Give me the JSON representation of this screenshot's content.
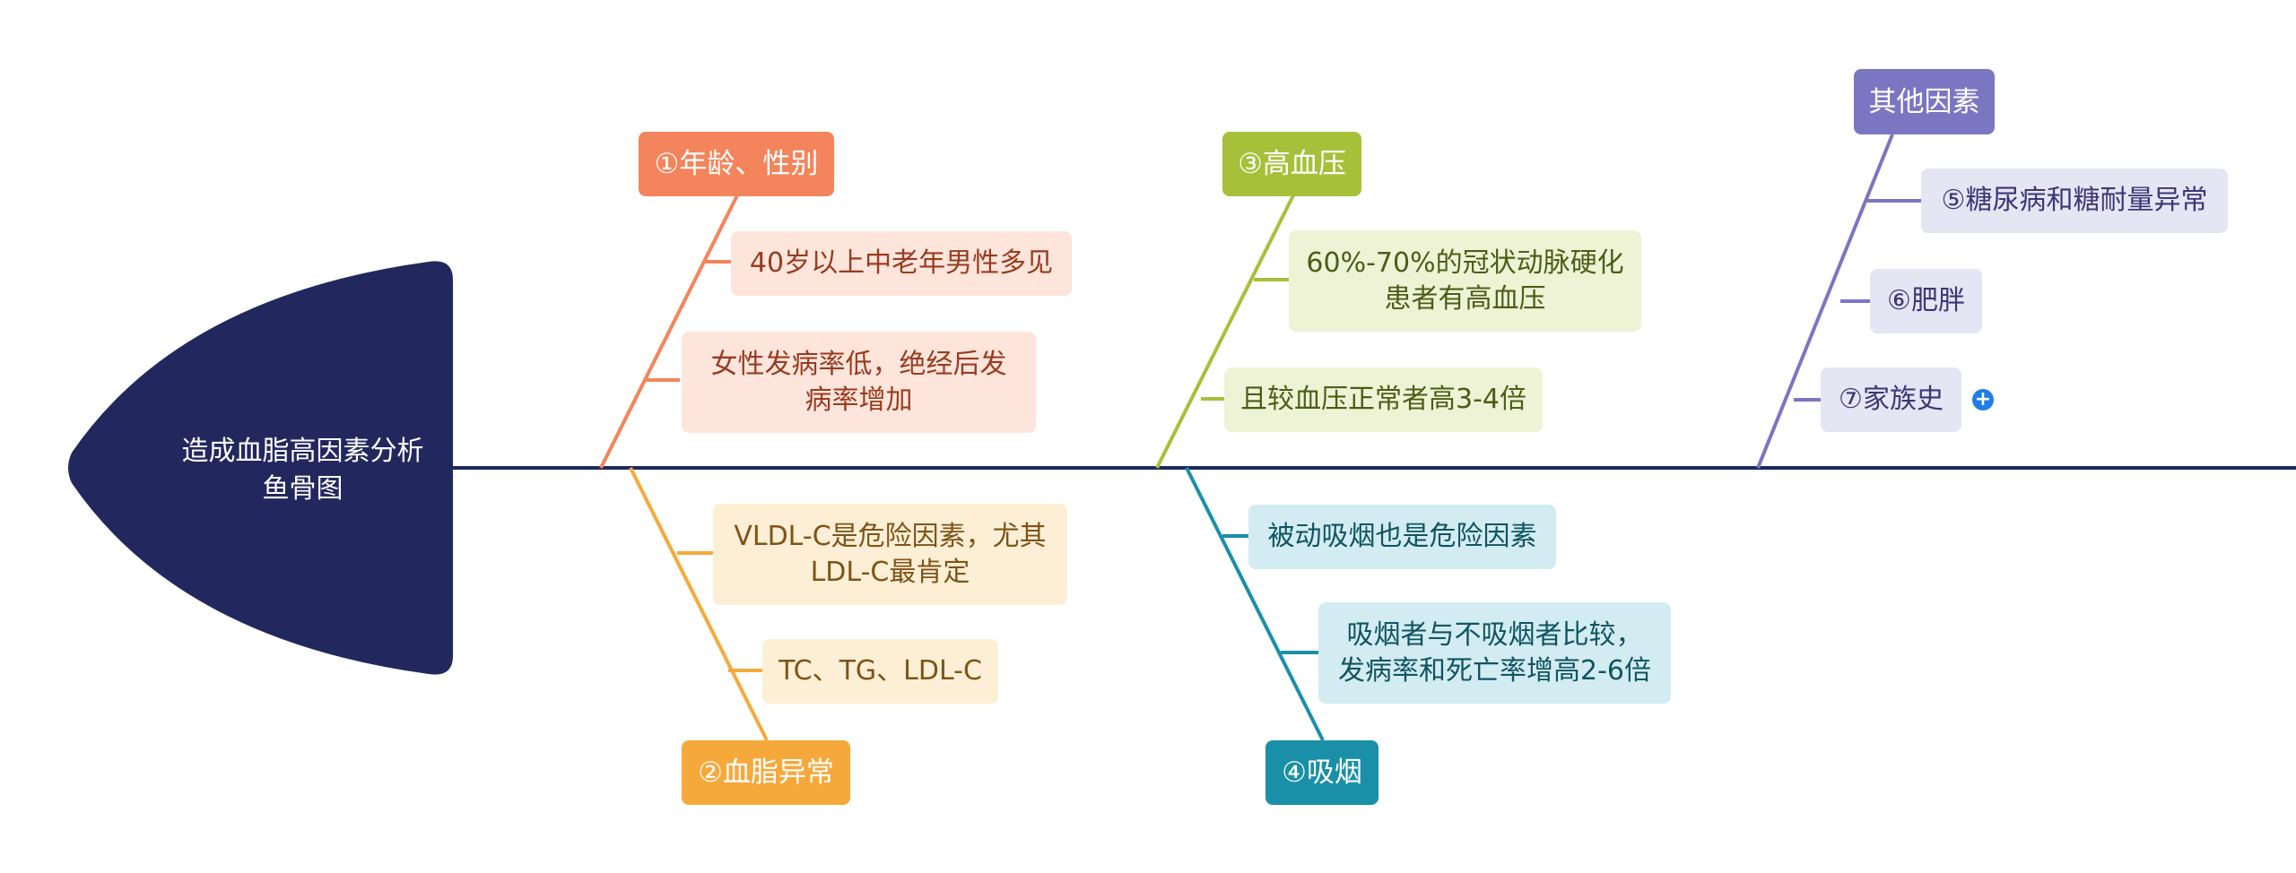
{
  "head": {
    "title": "造成血脂高因素分析\n鱼骨图"
  },
  "colors": {
    "spine": "#1b2a5c",
    "head_fill": "#22285e",
    "age": "#f4845b",
    "lipid": "#f6a93b",
    "bp": "#a6c03a",
    "smoke": "#1a8fa8",
    "other": "#7b76c2"
  },
  "branches": {
    "age": {
      "title": "①年龄、性别",
      "items": [
        "40岁以上中老年男性多见",
        "女性发病率低，绝经后发\n病率增加"
      ]
    },
    "lipid": {
      "title": "②血脂异常",
      "items": [
        "VLDL-C是危险因素，尤其\nLDL-C最肯定",
        "TC、TG、LDL-C"
      ]
    },
    "bp": {
      "title": "③高血压",
      "items": [
        "60%-70%的冠状动脉硬化\n患者有高血压",
        "且较血压正常者高3-4倍"
      ]
    },
    "smoke": {
      "title": "④吸烟",
      "items": [
        "被动吸烟也是危险因素",
        "吸烟者与不吸烟者比较，\n发病率和死亡率增高2-6倍"
      ]
    },
    "other": {
      "title": "其他因素",
      "items": [
        "⑤糖尿病和糖耐量异常",
        "⑥肥胖",
        "⑦家族史"
      ]
    }
  },
  "add_button": {
    "icon": "plus-icon",
    "glyph": "+"
  }
}
